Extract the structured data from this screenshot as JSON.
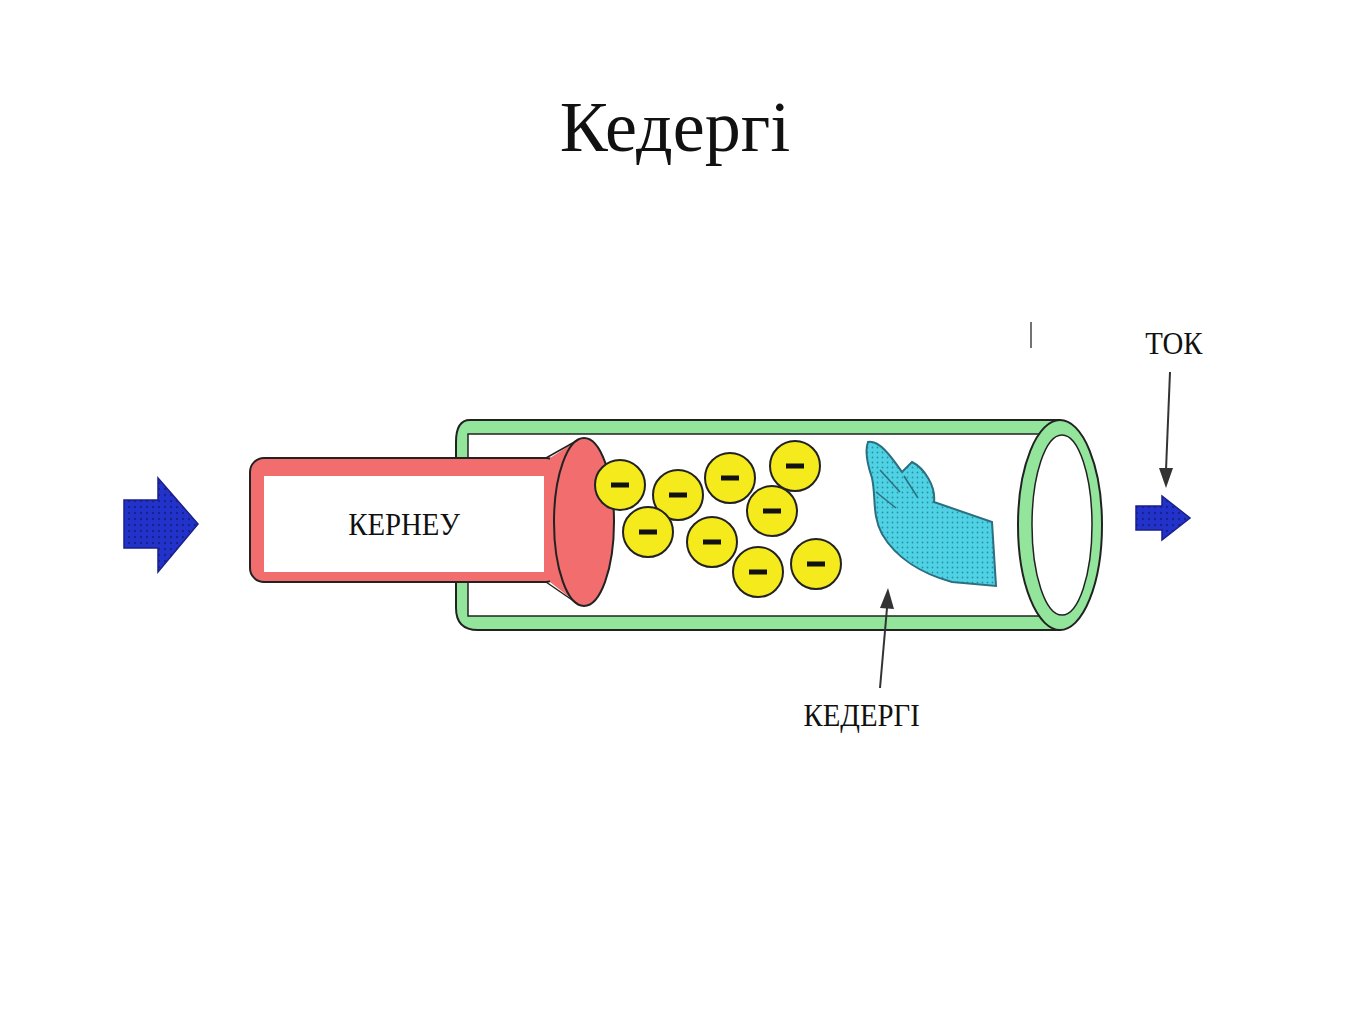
{
  "diagram": {
    "title": "Кедергі",
    "nodes": [
      {
        "text": [
          "КЕРНЕУ"
        ]
      }
    ],
    "labels": [
      "ТОК",
      "КЕДЕРГІ"
    ]
  }
}
